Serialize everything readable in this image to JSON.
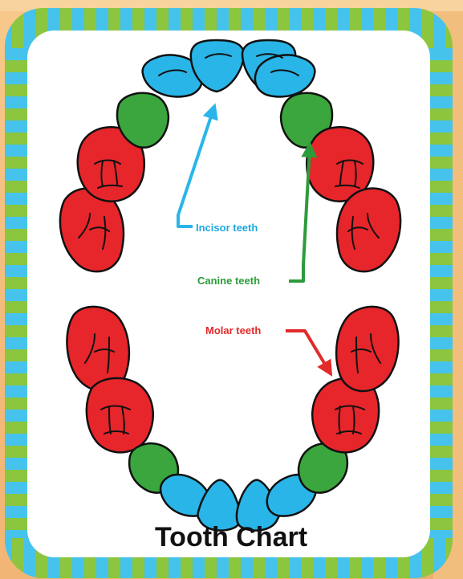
{
  "title": "Tooth Chart",
  "labels": {
    "incisor": "Incisor teeth",
    "canine": "Canine teeth",
    "molar": "Molar teeth"
  },
  "colors": {
    "incisor": "#29b5e8",
    "canine": "#3aa63d",
    "molar": "#e6262b",
    "incisor_label": "#1fa8df",
    "canine_label": "#2d9b3a",
    "molar_label": "#e22a2a",
    "frame_blue": "#45c3ec",
    "frame_green": "#8cc63f",
    "card": "#ffffff",
    "outline": "#111111"
  },
  "teeth": {
    "upper": [
      "molar",
      "molar",
      "canine",
      "incisor",
      "incisor",
      "incisor",
      "incisor",
      "canine",
      "molar",
      "molar"
    ],
    "lower": [
      "molar",
      "molar",
      "canine",
      "incisor",
      "incisor",
      "incisor",
      "incisor",
      "canine",
      "molar",
      "molar"
    ]
  }
}
